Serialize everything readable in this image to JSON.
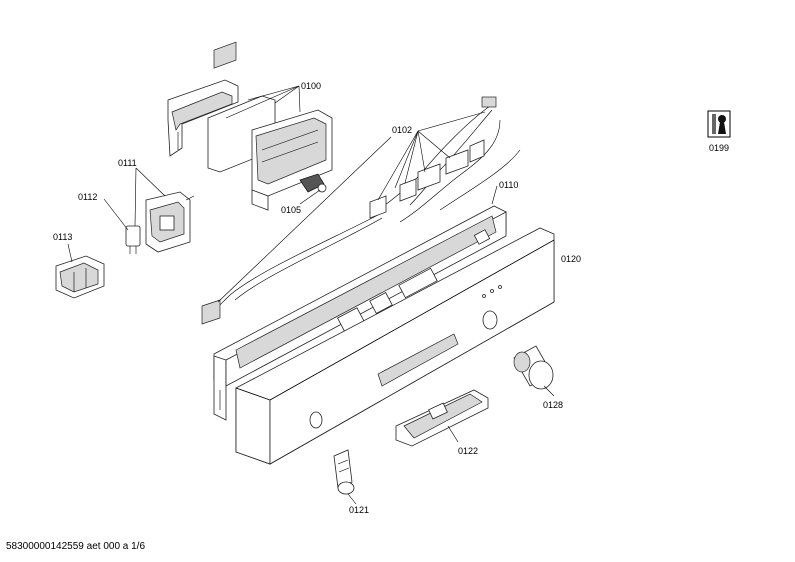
{
  "labels": {
    "p0100": "0100",
    "p0102": "0102",
    "p0105": "0105",
    "p0110": "0110",
    "p0111": "0111",
    "p0112": "0112",
    "p0113": "0113",
    "p0120": "0120",
    "p0121": "0121",
    "p0122": "0122",
    "p0128": "0128",
    "p0199": "0199"
  },
  "footer": "58300000142559 aet 000 a 1/6",
  "icons": [
    "service-tool-icon"
  ]
}
